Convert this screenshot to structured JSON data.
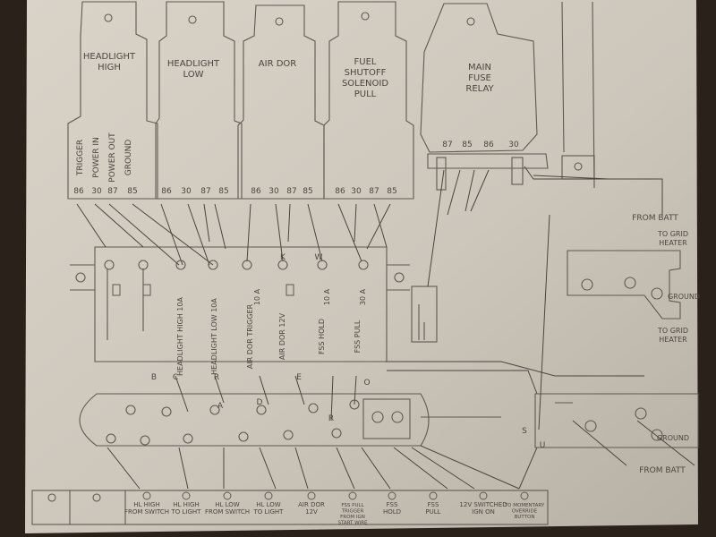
{
  "relays": [
    {
      "title": [
        "HEADLIGHT",
        "HIGH"
      ],
      "pins": [
        "86",
        "30",
        "87",
        "85"
      ],
      "side_labels": [
        "TRIGGER",
        "POWER IN",
        "POWER OUT",
        "GROUND"
      ]
    },
    {
      "title": [
        "HEADLIGHT",
        "LOW"
      ],
      "pins": [
        "86",
        "30",
        "87",
        "85"
      ]
    },
    {
      "title": [
        "AIR DOR"
      ],
      "pins": [
        "86",
        "30",
        "87",
        "85"
      ]
    },
    {
      "title": [
        "FUEL",
        "SHUTOFF",
        "SOLENOID",
        "PULL"
      ],
      "pins": [
        "86",
        "30",
        "87",
        "85"
      ]
    },
    {
      "title": [
        "MAIN",
        "FUSE",
        "RELAY"
      ],
      "pins": [
        "87",
        "85",
        "86",
        "30"
      ]
    }
  ],
  "fuse_labels": [
    "HEADLIGHT HIGH 10A",
    "HEADLIGHT LOW 10A",
    "AIR DOR TRIGGER",
    "AIR DOR 12V",
    "FSS HOLD",
    "FSS PULL"
  ],
  "fuse_ratings": [
    "10 A",
    "10 A",
    "30 A"
  ],
  "wire_letters": [
    "B",
    "C",
    "R",
    "A",
    "D",
    "E",
    "W",
    "K",
    "R",
    "O",
    "S",
    "U"
  ],
  "terminal_labels": [
    {
      "lines": [
        "HL HIGH",
        "FROM SWITCH"
      ]
    },
    {
      "lines": [
        "HL HIGH",
        "TO LIGHT"
      ]
    },
    {
      "lines": [
        "HL LOW",
        "FROM SWITCH"
      ]
    },
    {
      "lines": [
        "HL LOW",
        "TO LIGHT"
      ]
    },
    {
      "lines": [
        "AIR DOR",
        "12V"
      ]
    },
    {
      "lines": [
        "FSS PULL",
        "TRIGGER",
        "FROM IGN",
        "START WIRE"
      ]
    },
    {
      "lines": [
        "FSS",
        "HOLD"
      ]
    },
    {
      "lines": [
        "FSS",
        "PULL"
      ]
    },
    {
      "lines": [
        "12V SWITCHED",
        "IGN ON"
      ]
    },
    {
      "lines": [
        "TO MOMENTARY",
        "OVERRIDE",
        "BUTTON"
      ]
    }
  ],
  "right_labels": {
    "from_batt_top": "FROM BATT",
    "to_grid_heater_1": [
      "TO GRID",
      "HEATER"
    ],
    "ground_1": "GROUND",
    "to_grid_heater_2": [
      "TO GRID",
      "HEATER"
    ],
    "ground_2": "GROUND",
    "from_batt_bottom": "FROM BATT"
  }
}
